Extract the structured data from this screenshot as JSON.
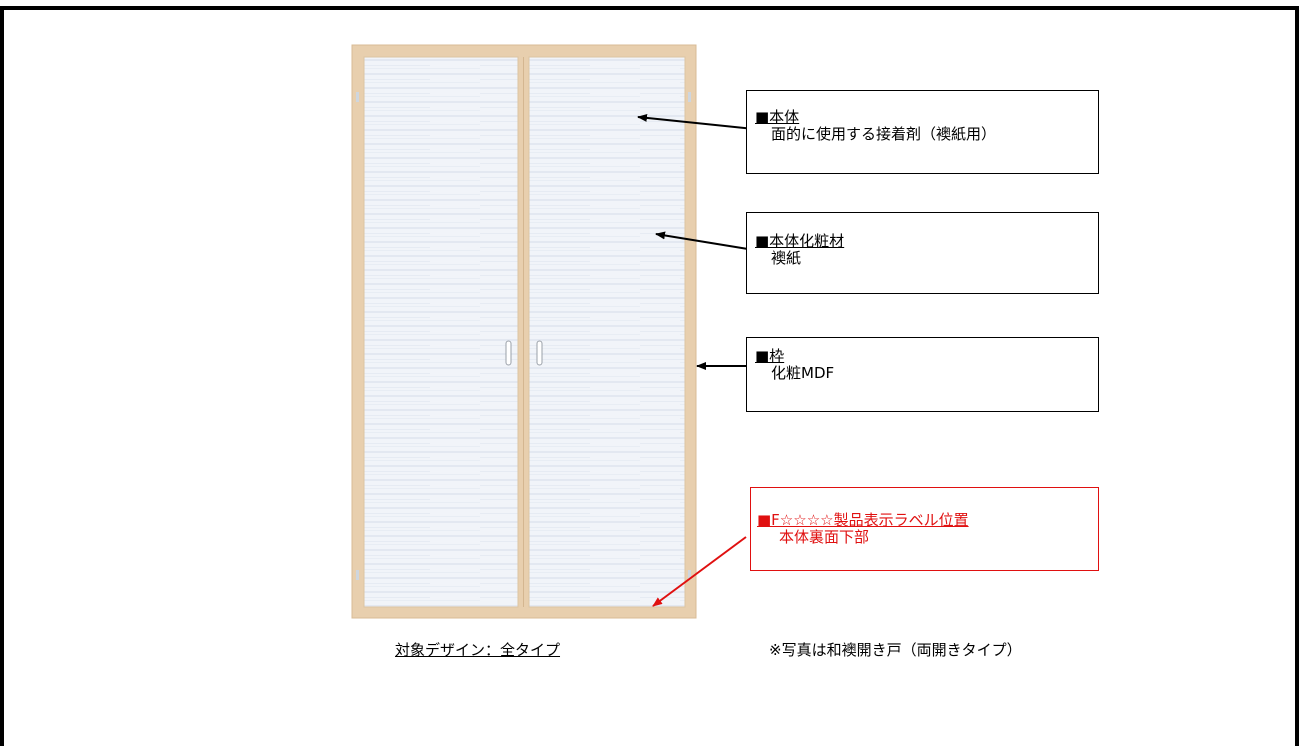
{
  "callouts": {
    "body": {
      "title": "■本体",
      "detail": "面的に使用する接着剤（襖紙用）"
    },
    "finish": {
      "title": "■本体化粧材",
      "detail": "襖紙"
    },
    "frame": {
      "title": "■枠",
      "detail": "化粧MDF"
    },
    "label": {
      "title": "■F☆☆☆☆製品表示ラベル位置",
      "detail": "本体裏面下部"
    }
  },
  "captions": {
    "design": "対象デザイン：全タイプ",
    "photo_note": "※写真は和襖開き戸（両開きタイプ）"
  },
  "colors": {
    "frame_wood": "#e8cfae",
    "panel": "#eef2f8",
    "label_red": "#e01010"
  }
}
